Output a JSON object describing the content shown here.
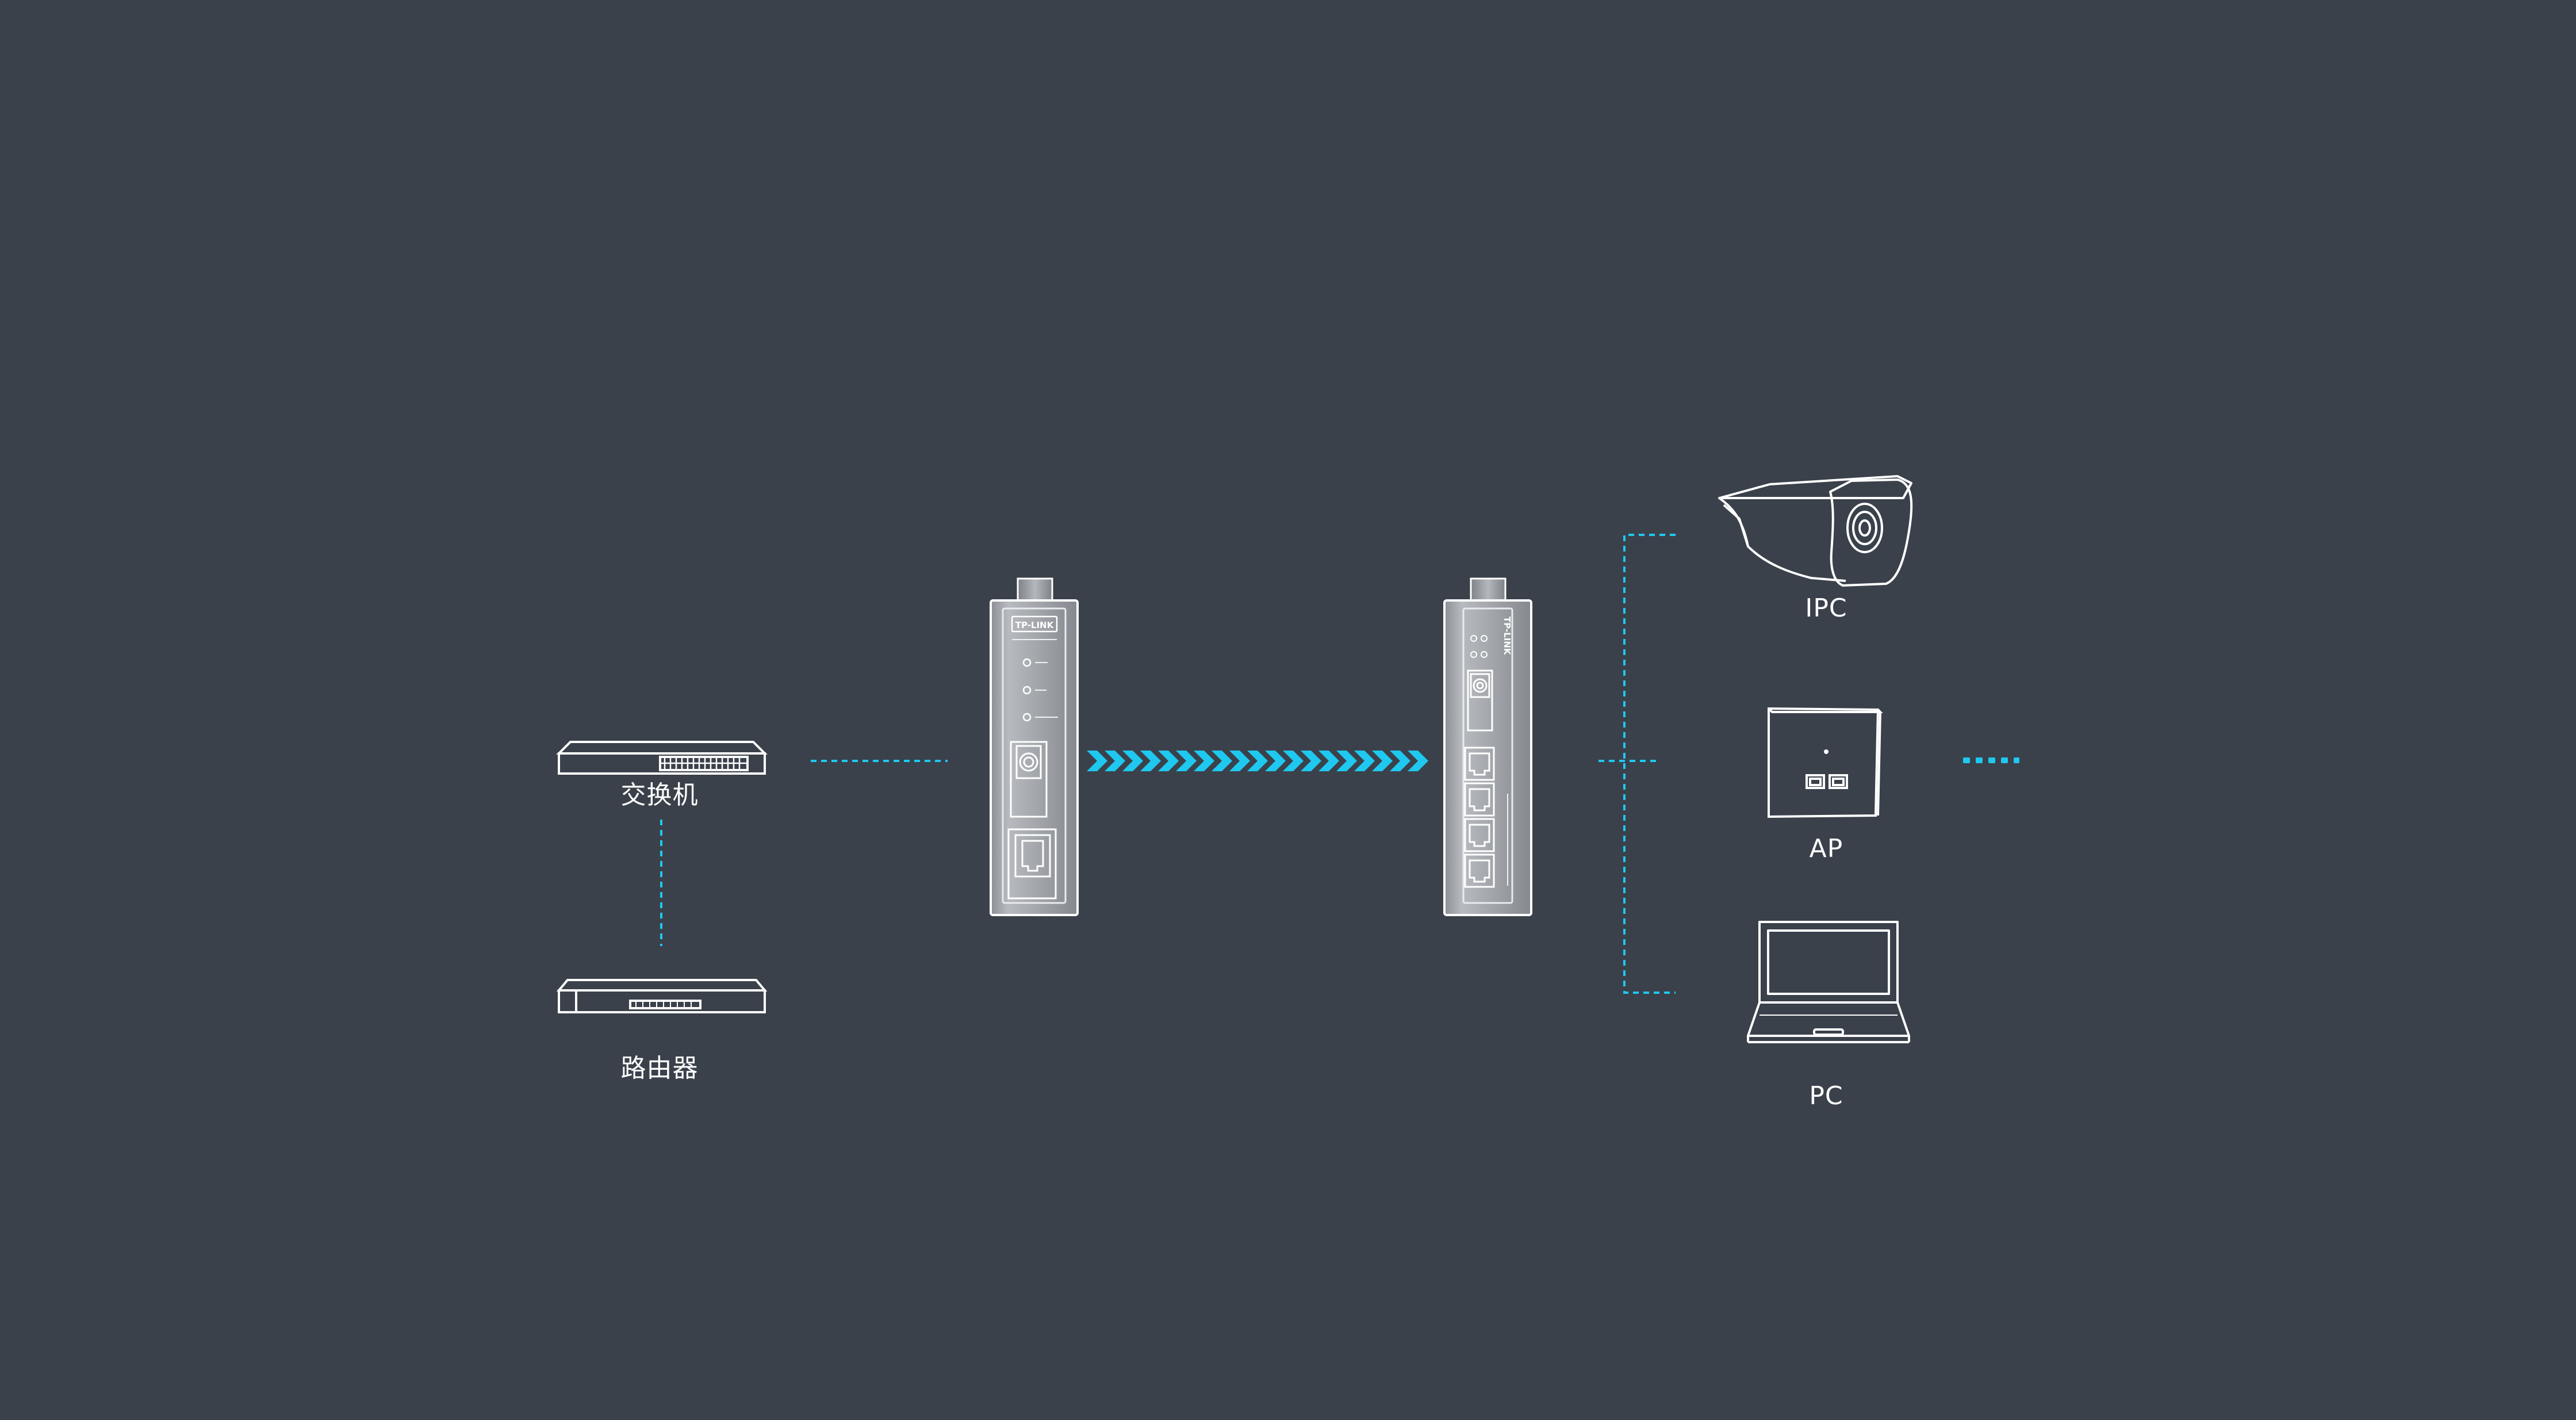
{
  "labels": {
    "switch": "交换机",
    "router": "路由器",
    "ipc": "IPC",
    "ap": "AP",
    "pc": "PC"
  },
  "device_marks": {
    "brand": "TP-LINK"
  },
  "colors": {
    "background": "#3a414b",
    "accent": "#1fc8ef",
    "outline": "#ffffff",
    "device_body": "#9a9ea4"
  }
}
